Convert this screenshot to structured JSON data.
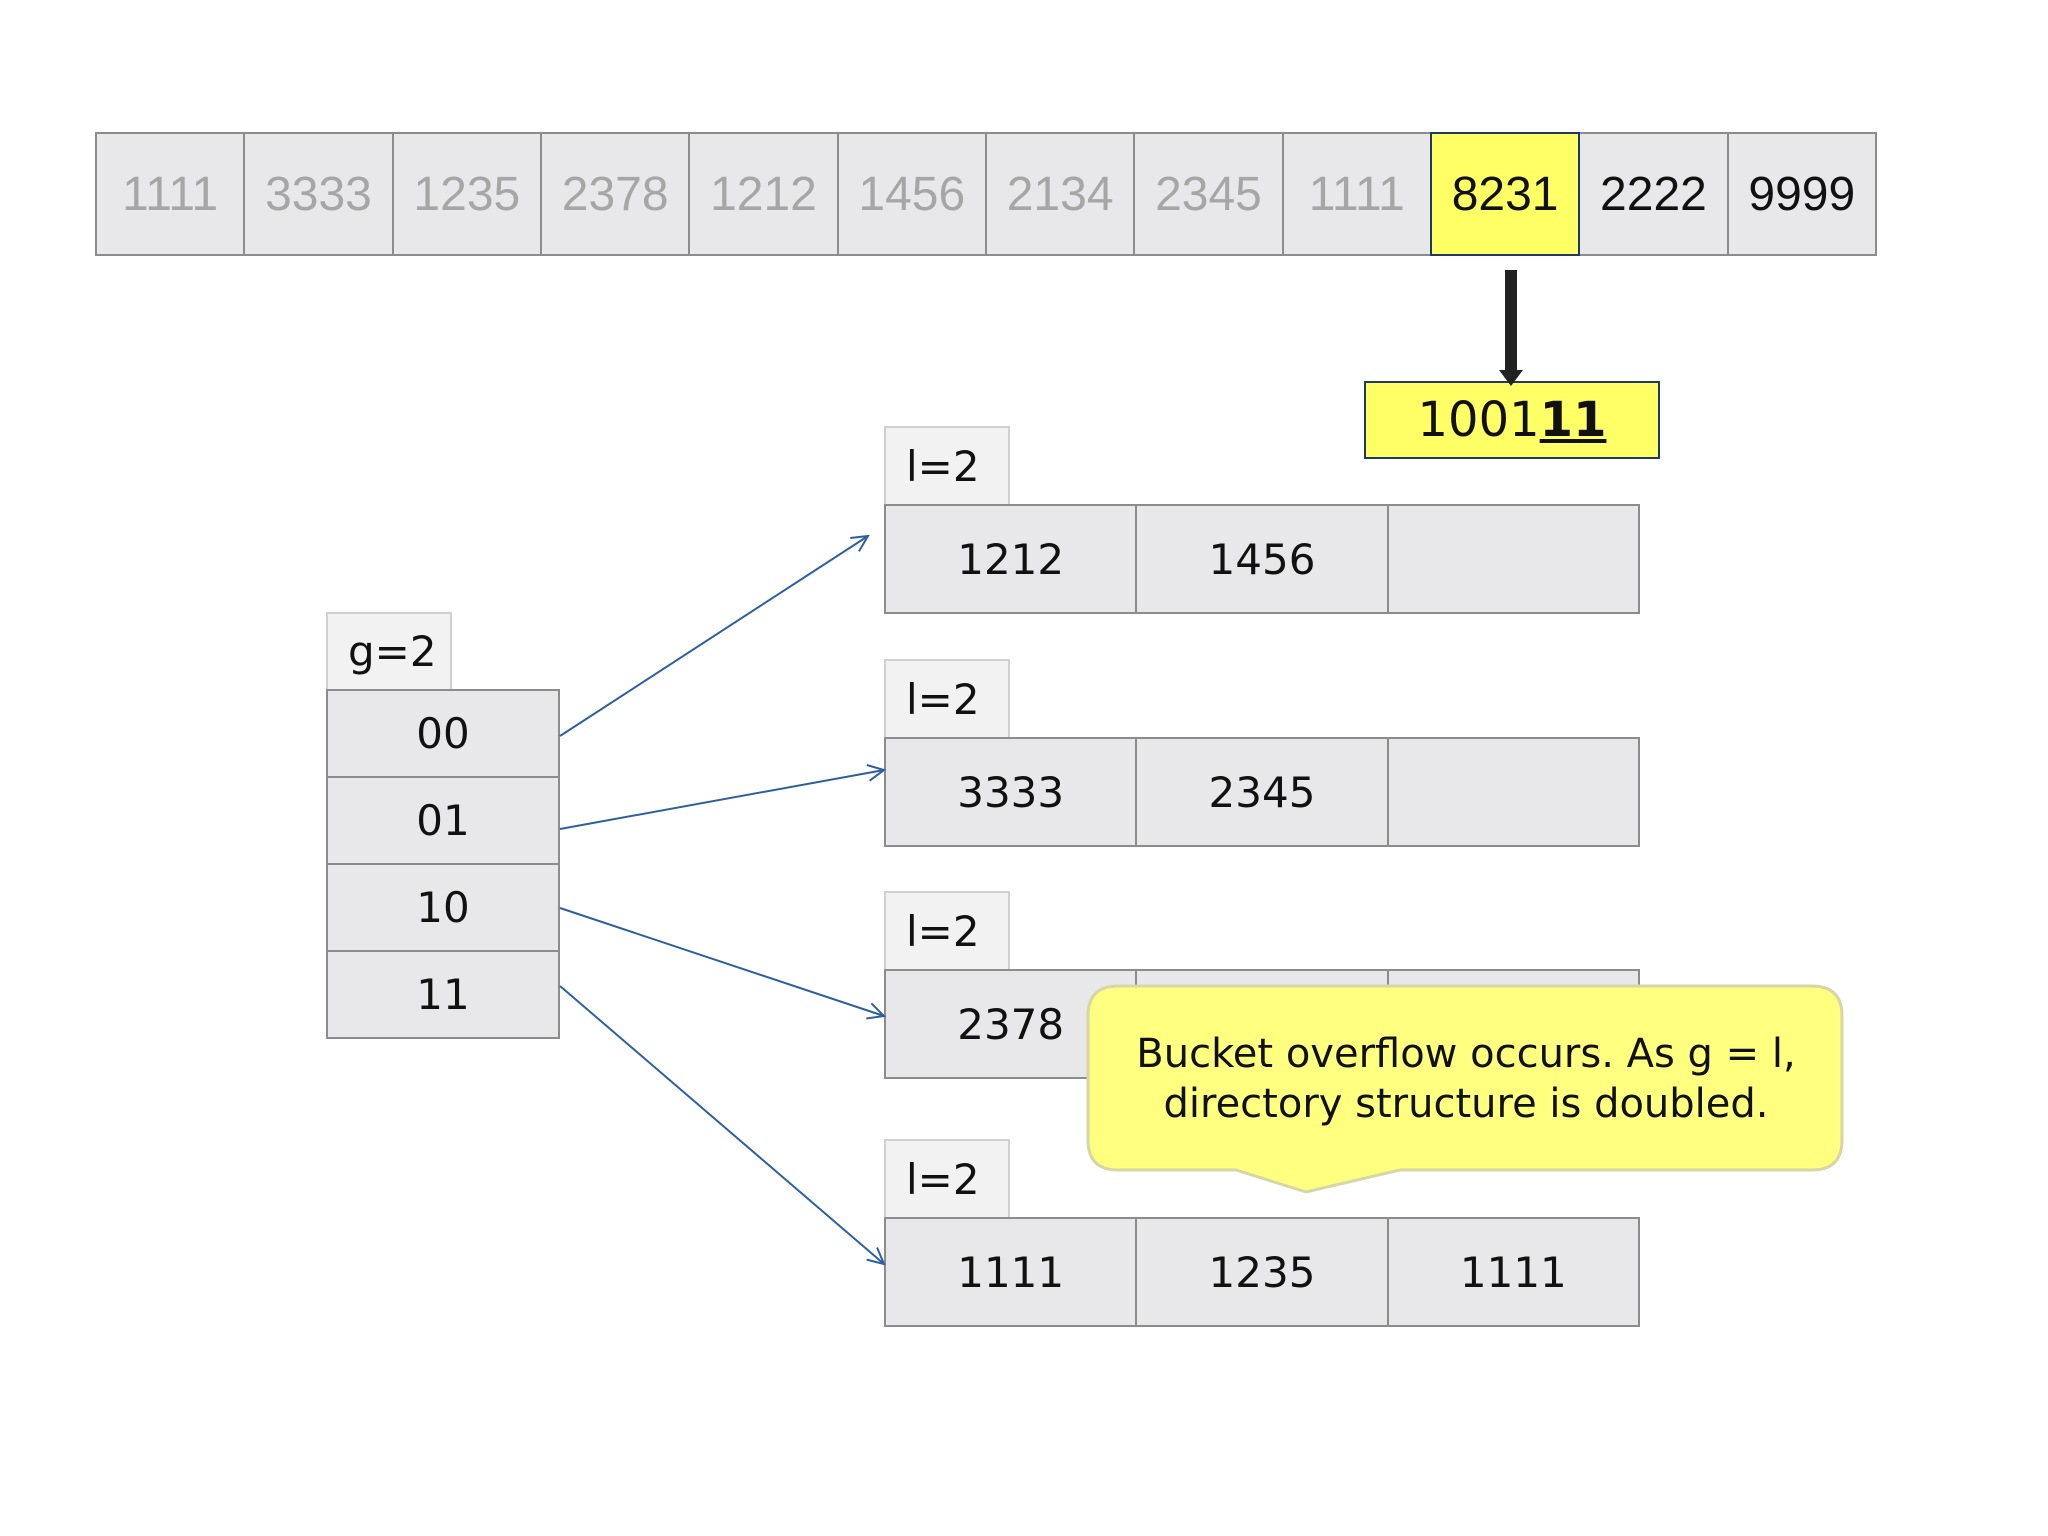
{
  "key_sequence": [
    "1111",
    "3333",
    "1235",
    "2378",
    "1212",
    "1456",
    "2134",
    "2345",
    "1111",
    "8231",
    "2222",
    "9999"
  ],
  "current_key_index": 9,
  "hash": {
    "prefix": "1001",
    "suffix": "11"
  },
  "directory": {
    "global_depth_label": "g=2",
    "entries": [
      "00",
      "01",
      "10",
      "11"
    ]
  },
  "buckets": [
    {
      "local_depth_label": "l=2",
      "slots": [
        "1212",
        "1456",
        ""
      ]
    },
    {
      "local_depth_label": "l=2",
      "slots": [
        "3333",
        "2345",
        ""
      ]
    },
    {
      "local_depth_label": "l=2",
      "slots": [
        "2378",
        "",
        ""
      ]
    },
    {
      "local_depth_label": "l=2",
      "slots": [
        "1111",
        "1235",
        "1111"
      ]
    }
  ],
  "callout": {
    "line1": "Bucket overflow occurs. As g = l,",
    "line2": "directory structure is doubled."
  },
  "colors": {
    "highlight": "#ffff66",
    "pointer": "#2e5f9e",
    "cell": "#e8e8ea",
    "processed_text": "#a6a6a6"
  }
}
